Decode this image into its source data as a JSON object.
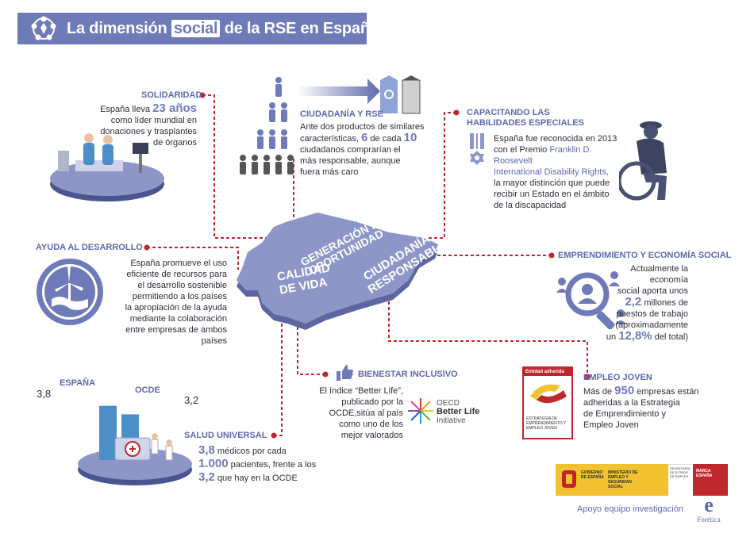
{
  "header": {
    "title_pre": "La dimensión",
    "title_highlight": "social",
    "title_post": "de la RSE en España"
  },
  "solidaridad": {
    "heading": "SOLIDARIDAD",
    "t1": "España lleva",
    "num": "23 años",
    "t2": "como líder mundial en",
    "t3": "donaciones y trasplantes",
    "t4": "de órganos"
  },
  "ciudadania": {
    "heading": "CIUDADANÍA Y RSE",
    "l1": "Ante dos productos de similares",
    "l2a": "características,",
    "n1": "6",
    "l2b": "de cada",
    "n2": "10",
    "l3": "ciudadanos comprarían el",
    "l4": "más responsable, aunque",
    "l5": "fuera más caro"
  },
  "capacitando": {
    "heading1": "CAPACITANDO LAS",
    "heading2": "HABILIDADES ESPECIALES",
    "l1": "España fue reconocida en 2013",
    "l2a": "con el Premio",
    "l2b": "Franklin D. Roosevelt",
    "l3": "International Disability Rights,",
    "l4": "la mayor distinción que puede",
    "l5": "recibir un Estado en el ámbito",
    "l6": "de la discapacidad"
  },
  "ayuda": {
    "heading": "AYUDA AL DESARROLLO",
    "l1": "España promueve el uso",
    "l2": "eficiente de recursos para",
    "l3": "el desarrollo sostenible",
    "l4": "permitiendo a los países",
    "l5": "la apropiación de la ayuda",
    "l6": "mediante la colaboración",
    "l7": "entre empresas de ambos países"
  },
  "emprendimiento": {
    "heading": "EMPRENDIMIENTO Y ECONOMÍA SOCIAL",
    "l1": "Actualmente la economía",
    "l2": "social aporta unos",
    "n1": "2,2",
    "l3": "millones de",
    "l4": "puestos de trabajo",
    "l5": "(aproximadamente",
    "l6a": "un",
    "n2": "12,8%",
    "l6b": "del total)"
  },
  "map": {
    "label1a": "GENERACIÓN DE",
    "label1b": "OPORTUNIDAD",
    "label2a": "CALIDAD",
    "label2b": "DE VIDA",
    "label3a": "CIUDADANÍA",
    "label3b": "RESPONSABLE"
  },
  "bienestar": {
    "heading": "BIENESTAR INCLUSIVO",
    "l1": "El índice “Better Life”,",
    "l2": "publicado por la",
    "l3": "OCDE,sitúa al país",
    "l4": "como uno de los",
    "l5": "mejor valorados",
    "logo1": "OECD",
    "logo2": "Better Life",
    "logo3": "Initiative"
  },
  "empleo": {
    "heading": "EMPLEO JOVEN",
    "l1a": "Más de",
    "n1": "950",
    "l1b": "empresas están",
    "l2": "adheridas a la Estrategia",
    "l3": "de Emprendimiento y",
    "l4": "Empleo Joven",
    "badge_top": "Entidad adherida",
    "badge_l1": "ESTRATEGIA DE",
    "badge_l2": "EMPRENDIMIENTO Y",
    "badge_l3": "EMPLEO JOVEN"
  },
  "salud": {
    "heading": "SALUD UNIVERSAL",
    "n1": "3,8",
    "l1": "médicos por cada",
    "n2": "1.000",
    "l2": "pacientes, frente a los",
    "n3": "3,2",
    "l3": "que hay en la OCDE",
    "bar_label1": "ESPAÑA",
    "bar_label2": "OCDE",
    "bar_val1": "3,8",
    "bar_val2": "3,2"
  },
  "bars": [
    3.8,
    3.2
  ],
  "footer": {
    "support": "Apoyo equipo investigación",
    "logo": "Forética",
    "gov1": "GOBIERNO DE ESPAÑA",
    "gov2": "MINISTERIO DE EMPLEO Y SEGURIDAD SOCIAL",
    "gov3": "SECRETARÍA DE ESTADO DE EMPLEO",
    "marca": "MARCA ESPAÑA"
  },
  "colors": {
    "accent": "#6f7ab8",
    "dashed": "#c0272d",
    "map": "#8e96c8"
  }
}
